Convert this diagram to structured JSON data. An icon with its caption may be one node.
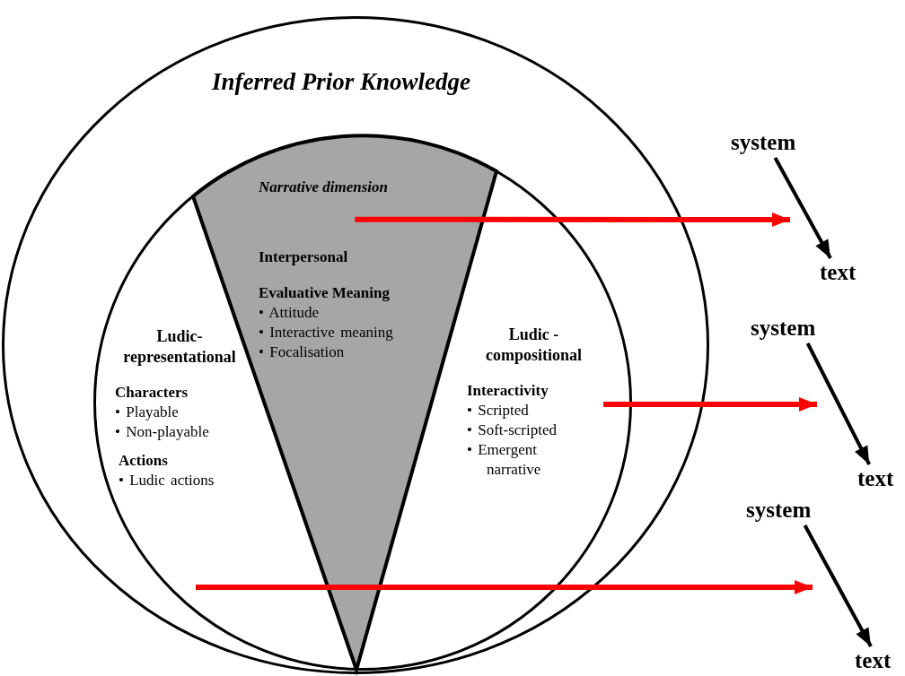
{
  "diagram": {
    "nodes": [
      {
        "text": [
          "Inferred Prior Knowledge"
        ]
      },
      {
        "text": [],
        "shape": "circle",
        "in": 0
      },
      {
        "text": [
          "Narrative dimension",
          "Interpersonal",
          "Evaluative Meaning",
          "• Attitude",
          "• Interactive meaning",
          "• Focalisation"
        ],
        "in": 1
      },
      {
        "text": [
          "Ludic- representational",
          "Characters",
          "• Playable",
          "• Non-playable",
          "Actions",
          "• Ludic actions"
        ],
        "in": 1
      },
      {
        "text": [
          "Ludic - compositional",
          "Interactivity",
          "• Scripted",
          "• Soft-scripted",
          "• Emergent narrative"
        ],
        "in": 1
      },
      {
        "text": [
          "system"
        ]
      },
      {
        "text": [
          "text"
        ]
      },
      {
        "text": [
          "system"
        ]
      },
      {
        "text": [
          "text"
        ]
      },
      {
        "text": [
          "system"
        ]
      },
      {
        "text": [
          "text"
        ]
      }
    ],
    "edges": [
      {
        "from": 2,
        "to": null,
        "arrow": "to",
        "color": "#ff0000"
      },
      {
        "from": 4,
        "to": null,
        "arrow": "to",
        "color": "#ff0000"
      },
      {
        "from": 1,
        "to": null,
        "arrow": "to",
        "color": "#ff0000"
      },
      {
        "from": 5,
        "to": 6,
        "arrow": "to",
        "color": "#000000"
      },
      {
        "from": 7,
        "to": 8,
        "arrow": "to",
        "color": "#000000"
      },
      {
        "from": 9,
        "to": 10,
        "arrow": "to",
        "color": "#000000"
      }
    ]
  }
}
